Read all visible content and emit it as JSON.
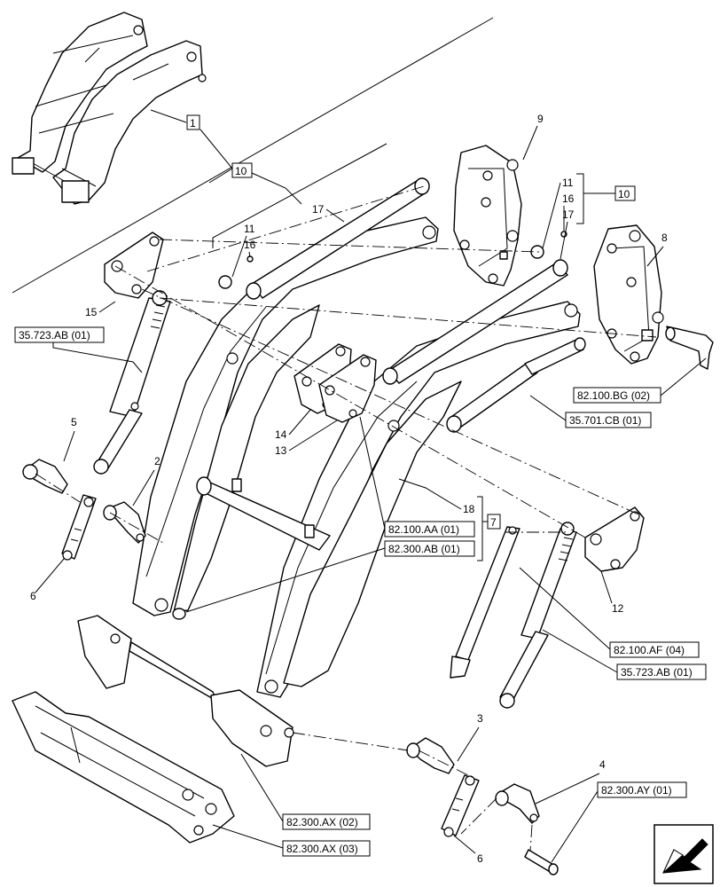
{
  "callouts": {
    "c1": "1",
    "c2": "2",
    "c3": "3",
    "c4": "4",
    "c5": "5",
    "c6a": "6",
    "c6b": "6",
    "c7": "7",
    "c8": "8",
    "c9": "9",
    "c10a": "10",
    "c10b": "10",
    "c11a": "11",
    "c11b": "11",
    "c12": "12",
    "c13": "13",
    "c14": "14",
    "c15": "15",
    "c16a": "16",
    "c16b": "16",
    "c17a": "17",
    "c17b": "17",
    "c18": "18"
  },
  "references": {
    "r_35723_left": "35.723.AB (01)",
    "r_82100_bg": "82.100.BG (02)",
    "r_35701_cb": "35.701.CB (01)",
    "r_82100_aa": "82.100.AA (01)",
    "r_82300_ab": "82.300.AB (01)",
    "r_82100_af": "82.100.AF (04)",
    "r_35723_right": "35.723.AB (01)",
    "r_82300_ay": "82.300.AY (01)",
    "r_82300_ax2": "82.300.AX (02)",
    "r_82300_ax3": "82.300.AX (03)"
  },
  "icons": {
    "nav": "arrow-nav-icon"
  }
}
